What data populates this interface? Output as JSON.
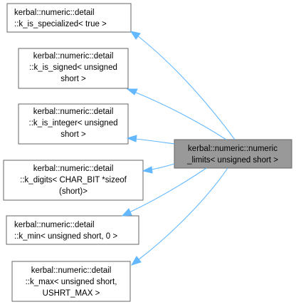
{
  "focus_node": {
    "lines": [
      "kerbal::numeric::numeric",
      "_limits< unsigned short >"
    ]
  },
  "parent_nodes": [
    {
      "lines": [
        "kerbal::numeric::detail",
        "::k_is_specialized< true >"
      ]
    },
    {
      "lines": [
        "kerbal::numeric::detail",
        "::k_is_signed< unsigned",
        "short >"
      ]
    },
    {
      "lines": [
        "kerbal::numeric::detail",
        "::k_is_integer< unsigned",
        "short >"
      ]
    },
    {
      "lines": [
        "kerbal::numeric::detail",
        "::k_digits< CHAR_BIT *sizeof",
        "(short)>"
      ]
    },
    {
      "lines": [
        "kerbal::numeric::detail",
        "::k_min< unsigned short, 0 >"
      ]
    },
    {
      "lines": [
        "kerbal::numeric::detail",
        "::k_max< unsigned short,",
        "USHRT_MAX >"
      ]
    }
  ],
  "colors": {
    "edge": "#63b8ff",
    "node_border": "#666666",
    "focus_fill": "#999999"
  }
}
